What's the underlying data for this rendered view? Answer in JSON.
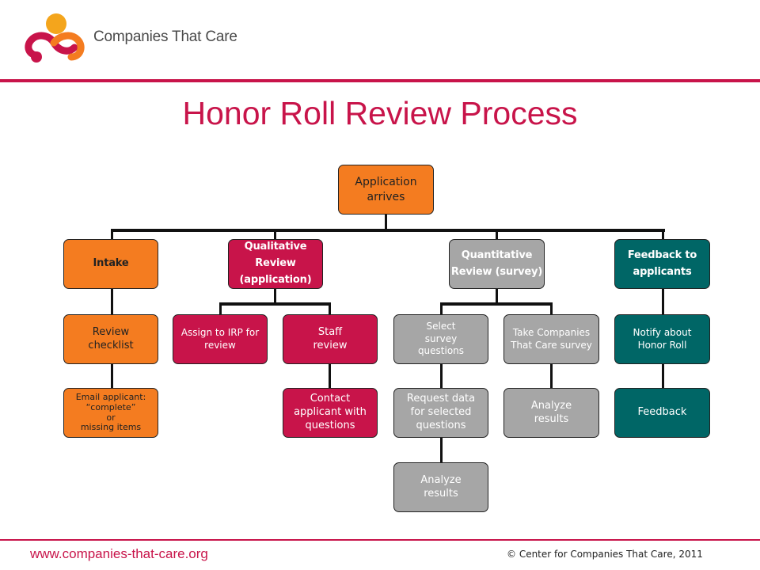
{
  "header": {
    "brand": "Companies That Care",
    "title": "Honor Roll Review Process"
  },
  "footer": {
    "url": "www.companies-that-care.org",
    "copyright": "© Center for Companies That Care, 2011"
  },
  "colors": {
    "accent": "#c8144a",
    "orange": "#f47c20",
    "gray": "#a6a6a6",
    "teal": "#006666"
  },
  "diagram": {
    "root": "Application arrives",
    "intake": {
      "label": "Intake",
      "review_checklist": "Review checklist",
      "email": [
        "Email applicant:",
        "“complete”",
        "or",
        "missing items"
      ]
    },
    "qualitative": {
      "label": "Qualitative Review (application)",
      "assign": "Assign to IRP for review",
      "staff": "Staff review",
      "contact": "Contact applicant with questions"
    },
    "quantitative": {
      "label": "Quantitative Review (survey)",
      "select": "Select survey questions",
      "request": "Request data for selected questions",
      "analyze_left": "Analyze results",
      "take": "Take Companies That Care survey",
      "analyze_right": "Analyze results"
    },
    "feedback": {
      "label": "Feedback to applicants",
      "notify": "Notify about Honor Roll",
      "feedback": "Feedback"
    }
  }
}
